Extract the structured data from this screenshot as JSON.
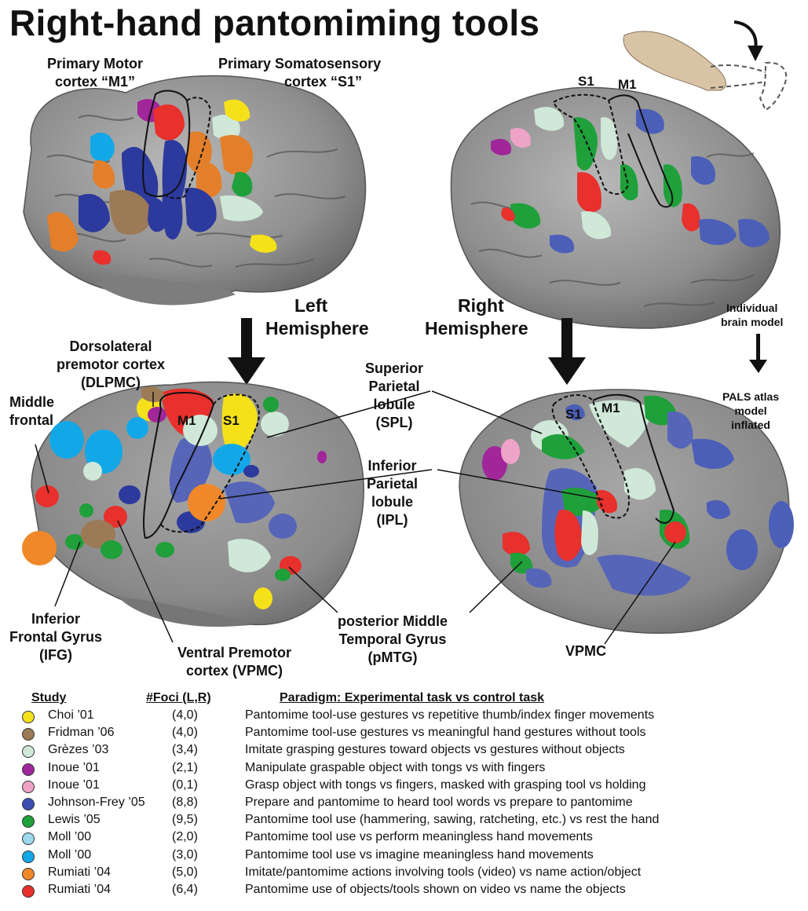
{
  "title": "Right-hand pantomiming tools",
  "labels": {
    "m1_top": [
      "Primary Motor",
      "cortex “M1”"
    ],
    "s1_top": [
      "Primary Somatosensory",
      "cortex “S1”"
    ],
    "left_hemi": [
      "Left",
      "Hemisphere"
    ],
    "right_hemi": [
      "Right",
      "Hemisphere"
    ],
    "individual": [
      "Individual",
      "brain model"
    ],
    "pals": [
      "PALS atlas",
      "model",
      "inflated"
    ],
    "dlpmc": [
      "Dorsolateral",
      "premotor cortex",
      "(DLPMC)"
    ],
    "middle_frontal": [
      "Middle",
      "frontal"
    ],
    "spl": [
      "Superior",
      "Parietal",
      "lobule",
      "(SPL)"
    ],
    "ipl": [
      "Inferior",
      "Parietal",
      "lobule",
      "(IPL)"
    ],
    "ifg": [
      "Inferior",
      "Frontal Gyrus",
      "(IFG)"
    ],
    "vpmc_left": [
      "Ventral Premotor",
      "cortex (VPMC)"
    ],
    "pmtg": [
      "posterior Middle",
      "Temporal Gyrus",
      "(pMTG)"
    ],
    "vpmc_right": [
      "VPMC"
    ],
    "s1": "S1",
    "m1": "M1"
  },
  "legend": {
    "headers": {
      "study": "Study",
      "foci": "#Foci (L,R)",
      "paradigm": "Paradigm: Experimental task vs control task"
    },
    "rows": [
      {
        "study": "Choi ’01",
        "foci": "(4,0)",
        "paradigm": "Pantomime tool-use gestures vs repetitive thumb/index finger movements",
        "color": "#f5e11a"
      },
      {
        "study": "Fridman ’06",
        "foci": "(4,0)",
        "paradigm": "Pantomime tool-use gestures vs meaningful hand gestures without tools",
        "color": "#9b7a55"
      },
      {
        "study": "Grèzes ’03",
        "foci": "(3,4)",
        "paradigm": "Imitate grasping gestures toward objects vs gestures without objects",
        "color": "#cfe8d8"
      },
      {
        "study": "Inoue ’01",
        "foci": "(2,1)",
        "paradigm": "Manipulate graspable object with tongs vs with fingers",
        "color": "#a0269a"
      },
      {
        "study": "Inoue ’01",
        "foci": "(0,1)",
        "paradigm": "Grasp object with tongs vs fingers, masked with grasping tool vs holding",
        "color": "#eea3c8"
      },
      {
        "study": "Johnson-Frey ’05",
        "foci": "(8,8)",
        "paradigm": "Prepare and pantomime to heard tool words vs prepare to pantomime",
        "color": "#3b4fb0"
      },
      {
        "study": "Lewis ’05",
        "foci": "(9,5)",
        "paradigm": "Pantomime tool use (hammering, sawing, ratcheting, etc.) vs rest the hand",
        "color": "#1fa03a"
      },
      {
        "study": "Moll ’00",
        "foci": "(2,0)",
        "paradigm": "Pantomime tool use vs perform meaningless hand movements",
        "color": "#9dd8ee"
      },
      {
        "study": "Moll ’00",
        "foci": "(3,0)",
        "paradigm": "Pantomime tool use vs imagine meaningless hand movements",
        "color": "#12a8e8"
      },
      {
        "study": "Rumiati ’04",
        "foci": "(5,0)",
        "paradigm": "Imitate/pantomime actions involving tools (video) vs name action/object",
        "color": "#f0882a"
      },
      {
        "study": "Rumiati ’04",
        "foci": "(6,4)",
        "paradigm": "Pantomime use of objects/tools shown on video vs name the objects",
        "color": "#e8302c"
      }
    ]
  }
}
